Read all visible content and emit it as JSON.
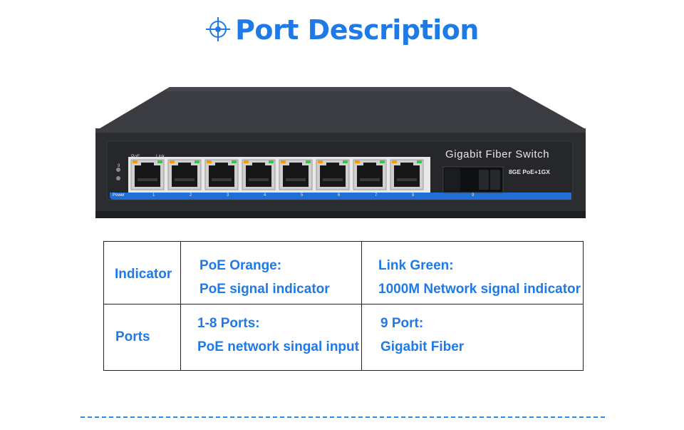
{
  "page_title": "Port Description",
  "device": {
    "brand": "Gigabit Fiber Switch",
    "model": "8GE PoE+1GX",
    "label_poe": "PoE",
    "label_link": "Link",
    "label_nine": "9",
    "label_power": "Power",
    "port_numbers": [
      "1",
      "2",
      "3",
      "4",
      "5",
      "6",
      "7",
      "8",
      "9"
    ]
  },
  "table": {
    "row1": {
      "header": "Indicator",
      "col1_title": "PoE Orange:",
      "col1_desc": "PoE signal indicator",
      "col2_title": "Link Green:",
      "col2_desc": "1000M Network signal indicator"
    },
    "row2": {
      "header": "Ports",
      "col1_title": "1-8 Ports:",
      "col1_desc": "PoE network singal input",
      "col2_title": "9 Port:",
      "col2_desc": "Gigabit Fiber"
    }
  },
  "colors": {
    "accent": "#1e7ae6",
    "device_body": "#2b2d31",
    "stripe": "#1f6fd6",
    "poe_led": "#f39c12",
    "link_led": "#2ecc40"
  }
}
